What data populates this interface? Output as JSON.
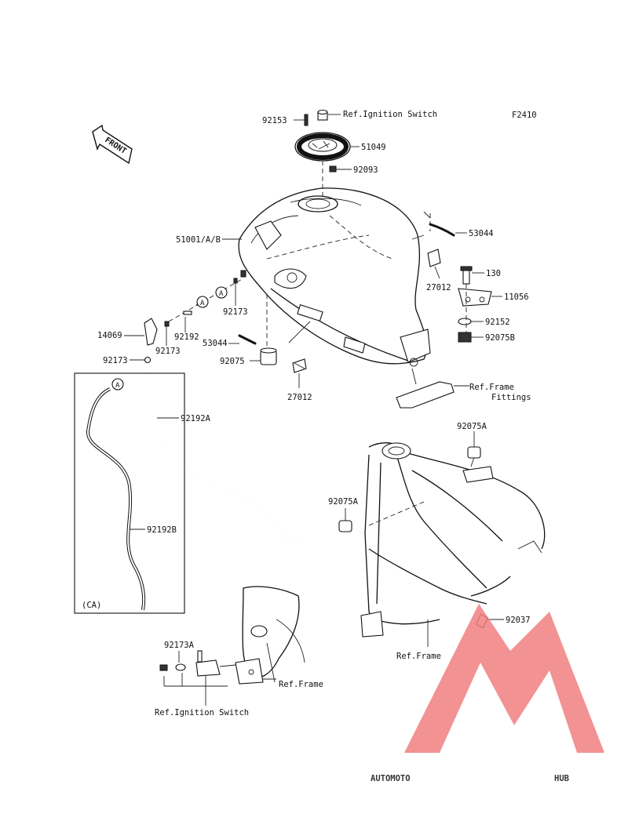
{
  "figure_code": "F2410",
  "front_label": "FRONT",
  "callouts": {
    "p92153": "92153",
    "ref_ignition_top": "Ref.Ignition Switch",
    "p51049": "51049",
    "p92093": "92093",
    "p53044_top": "53044",
    "p51001": "51001/A/B",
    "p27012_mid": "27012",
    "p130": "130",
    "p11056": "11056",
    "p92152": "92152",
    "p92075B": "92075B",
    "circle_a1": "A",
    "circle_a2": "A",
    "p92173_mid": "92173",
    "p14069": "14069",
    "p92192": "92192",
    "p92173_low": "92173",
    "p92173_left": "92173",
    "p53044_low": "53044",
    "p92075": "92075",
    "p27012_low": "27012",
    "ref_frame_fittings_1": "Ref.Frame",
    "ref_frame_fittings_2": "Fittings",
    "circle_a3": "A",
    "p92192A": "92192A",
    "p92075A_top": "92075A",
    "p92075A_mid": "92075A",
    "p92192B": "92192B",
    "ca_label": "(CA)",
    "p92037": "92037",
    "ref_frame_right": "Ref.Frame",
    "p92173A": "92173A",
    "ref_frame_bottom": "Ref.Frame",
    "ref_ignition_bottom": "Ref.Ignition Switch"
  },
  "watermark": {
    "part1": "AUTOMOTO",
    "part2": "HUB",
    "color1": "#f5c9a8",
    "color2": "#9a9a9a",
    "triangle_color": "#f08080"
  }
}
